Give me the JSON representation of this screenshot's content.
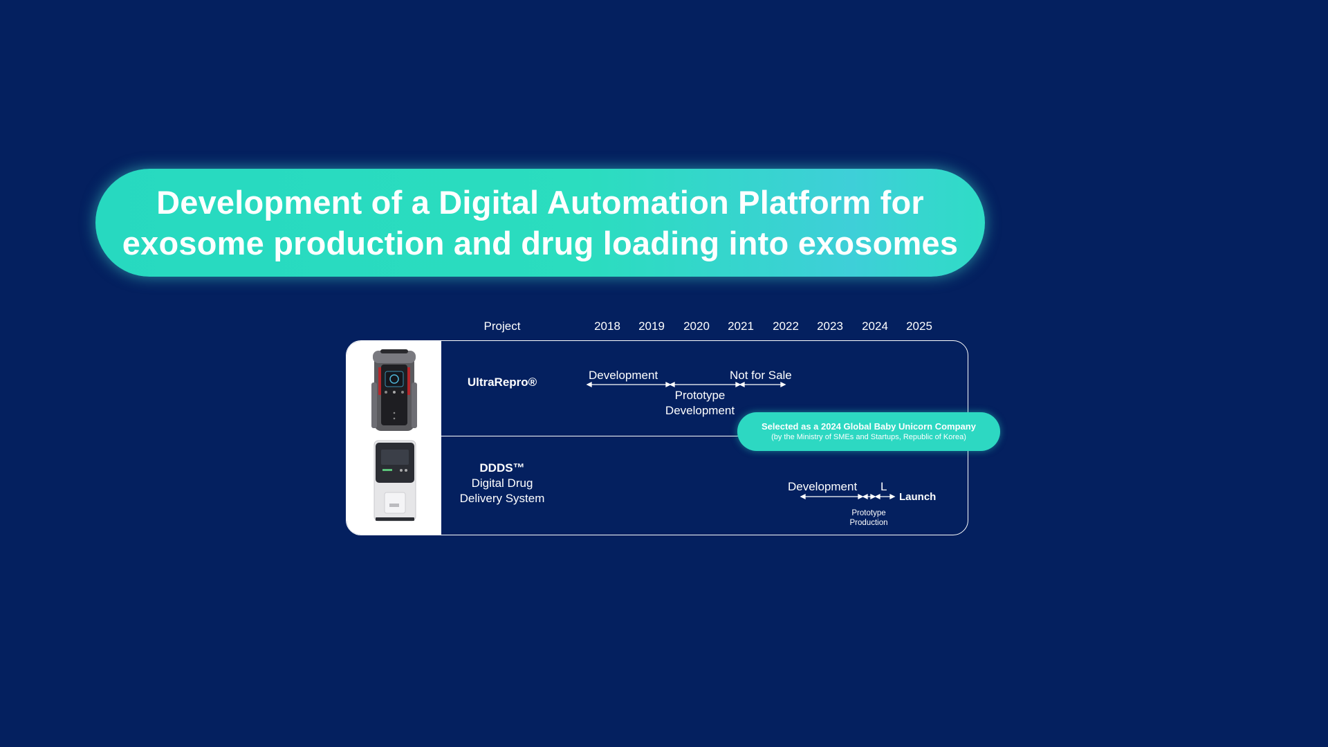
{
  "title": {
    "line1": "Development of a Digital Automation Platform for",
    "line2": "exosome production and drug loading into exosomes"
  },
  "table": {
    "project_header": "Project",
    "years": [
      "2018",
      "2019",
      "2020",
      "2021",
      "2022",
      "2023",
      "2024",
      "2025"
    ],
    "rows": [
      {
        "name": "UltraRepro®",
        "phases": {
          "development": "Development",
          "prototype_line1": "Prototype",
          "prototype_line2": "Development",
          "not_for_sale": "Not for Sale"
        }
      },
      {
        "name": "DDDS™",
        "subtitle_line1": "Digital Drug",
        "subtitle_line2": "Delivery System",
        "phases": {
          "development": "Development",
          "l_marker": "L",
          "launch": "Launch",
          "prototype_line1": "Prototype",
          "prototype_line2": "Production"
        }
      }
    ]
  },
  "badge": {
    "main": "Selected as a 2024 Global Baby Unicorn Company",
    "sub": "(by the Ministry of SMEs and Startups, Republic of Korea)"
  },
  "colors": {
    "background": "#04205F",
    "accent": "#2DD8C2",
    "text": "#FFFFFF"
  }
}
